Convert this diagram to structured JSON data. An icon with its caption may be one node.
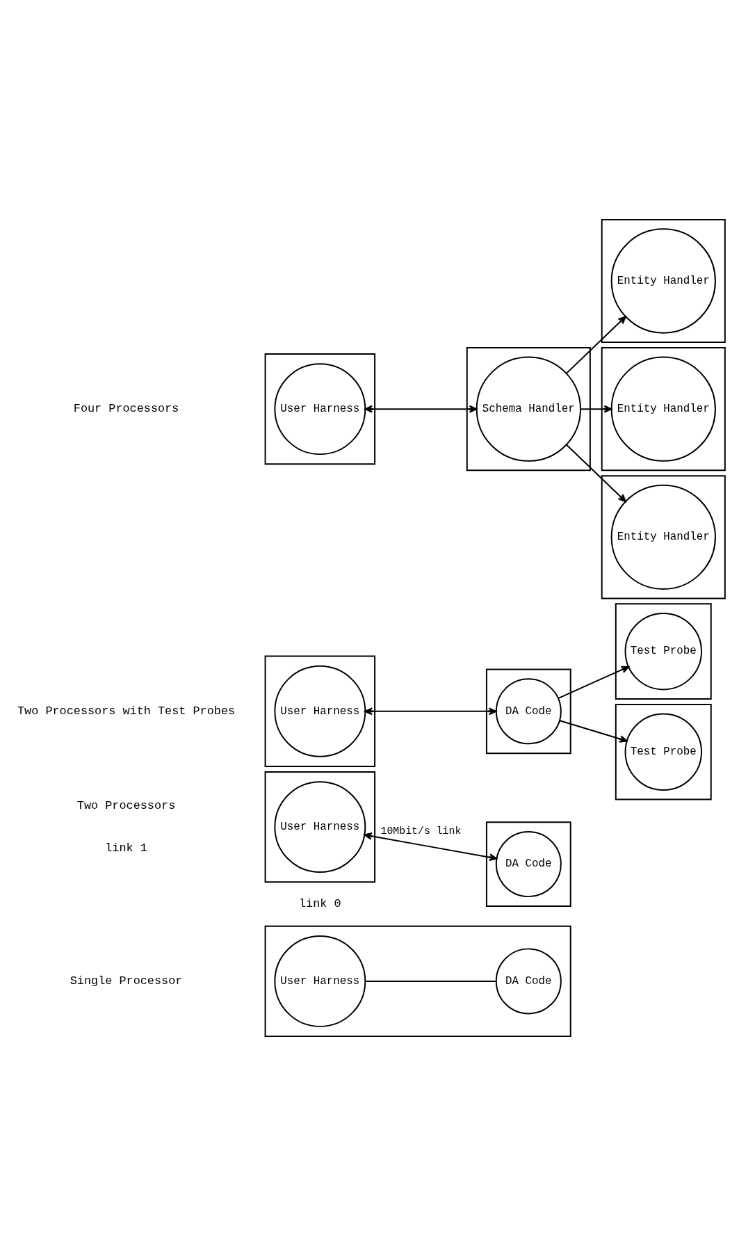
{
  "diagram": {
    "nodes": [
      {
        "text": [],
        "shape": "box"
      },
      {
        "text": [
          "User Harness"
        ],
        "in": 0
      },
      {
        "text": [
          "DA Code"
        ],
        "in": 0
      },
      {
        "text": [],
        "shape": "box"
      },
      {
        "text": [
          "User Harness"
        ],
        "in": 3
      },
      {
        "text": [],
        "shape": "box"
      },
      {
        "text": [
          "DA Code"
        ],
        "in": 5
      },
      {
        "text": [],
        "shape": "box"
      },
      {
        "text": [
          "User Harness"
        ],
        "in": 7
      },
      {
        "text": [],
        "shape": "box"
      },
      {
        "text": [
          "DA Code"
        ],
        "in": 9
      },
      {
        "text": [],
        "shape": "box"
      },
      {
        "text": [
          "Test Probe"
        ],
        "in": 11
      },
      {
        "text": [],
        "shape": "box"
      },
      {
        "text": [
          "Test Probe"
        ],
        "in": 13
      },
      {
        "text": [],
        "shape": "box"
      },
      {
        "text": [
          "User Harness"
        ],
        "in": 15
      },
      {
        "text": [],
        "shape": "box"
      },
      {
        "text": [
          "Schema Handler"
        ],
        "in": 17
      },
      {
        "text": [],
        "shape": "box"
      },
      {
        "text": [
          "Entity Handler"
        ],
        "in": 19
      },
      {
        "text": [],
        "shape": "box"
      },
      {
        "text": [
          "Entity Handler"
        ],
        "in": 21
      },
      {
        "text": [],
        "shape": "box"
      },
      {
        "text": [
          "Entity Handler"
        ],
        "in": 23
      }
    ],
    "edges": [
      {
        "from": 1,
        "to": 2,
        "arrow": "none"
      },
      {
        "from": 4,
        "to": 6,
        "arrow": "both",
        "label": "10Mbit/s link"
      },
      {
        "from": 8,
        "to": 10,
        "arrow": "both"
      },
      {
        "from": 10,
        "to": 12,
        "arrow": "to"
      },
      {
        "from": 10,
        "to": 14,
        "arrow": "to"
      },
      {
        "from": 16,
        "to": 18,
        "arrow": "both"
      },
      {
        "from": 18,
        "to": 20,
        "arrow": "to"
      },
      {
        "from": 18,
        "to": 22,
        "arrow": "to"
      },
      {
        "from": 18,
        "to": 24,
        "arrow": "to"
      }
    ],
    "labels": [
      "Single Processor",
      "Two Processors",
      "link 1",
      "link 0",
      "Two Processors with Test Probes",
      "Four Processors"
    ]
  }
}
